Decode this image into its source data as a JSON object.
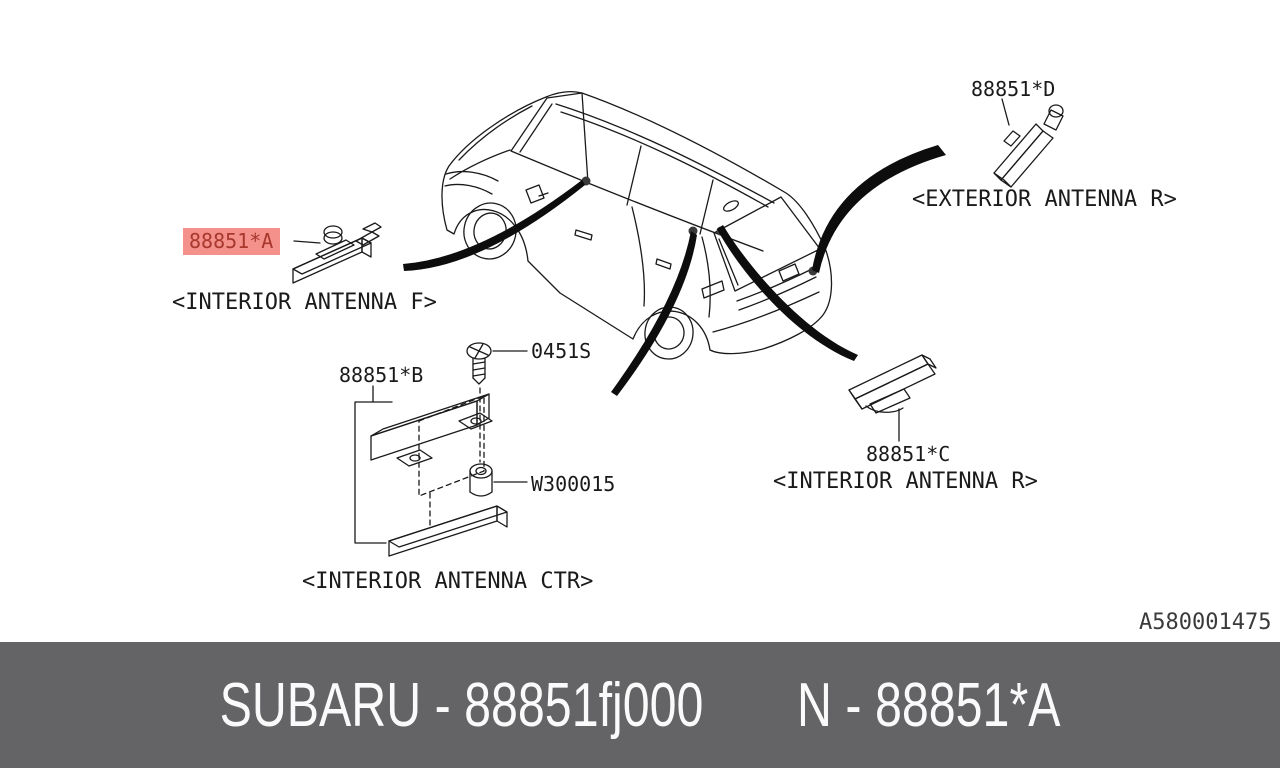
{
  "diagram": {
    "drawing_number": "A580001475",
    "highlight_color": "#f4918b",
    "line_color": "#1a1a1a",
    "vehicle": "suv-rear-three-quarter-line-drawing",
    "callouts": {
      "a": {
        "part_number": "88851*A",
        "description": "<INTERIOR ANTENNA F>",
        "highlighted": true
      },
      "b": {
        "part_number": "88851*B",
        "description": "<INTERIOR ANTENNA CTR>",
        "highlighted": false
      },
      "c": {
        "part_number": "88851*C",
        "description": "<INTERIOR ANTENNA R>",
        "highlighted": false
      },
      "d": {
        "part_number": "88851*D",
        "description": "<EXTERIOR ANTENNA R>",
        "highlighted": false
      }
    },
    "fasteners": {
      "screw": {
        "part_number": "0451S"
      },
      "clip": {
        "part_number": "W300015"
      }
    }
  },
  "footer": {
    "brand_part": "SUBARU - 88851fj000",
    "ref_part": "N - 88851*A",
    "background_color": "#646467",
    "text_color": "#fafafa"
  }
}
